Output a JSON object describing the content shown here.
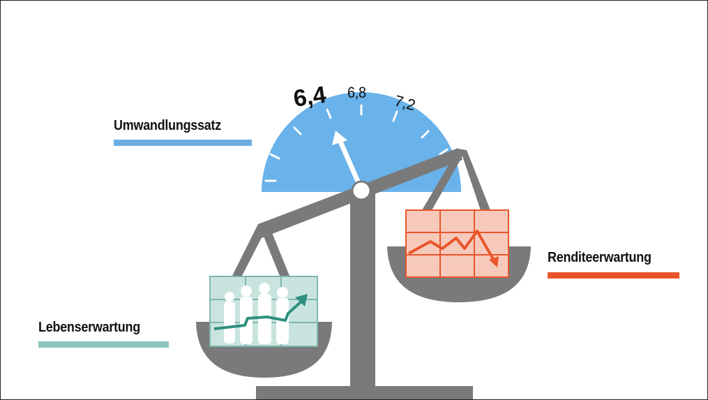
{
  "gauge": {
    "value_label": "6,4",
    "tick_label_1": "6,8",
    "tick_label_2": "7,2",
    "color": "#6ab2ea"
  },
  "labels": {
    "umwandlungssatz": {
      "text": "Umwandlungssatz",
      "color": "#6aaee4"
    },
    "lebenserwartung": {
      "text": "Lebenserwartung",
      "color": "#8cc3bd"
    },
    "renditeerwartung": {
      "text": "Renditeerwartung",
      "color": "#e8552a"
    }
  },
  "colors": {
    "scale_gray": "#7a7a7a",
    "life_panel": "#c9e4df",
    "life_line": "#2f8f7e",
    "return_panel": "#f6c9bb",
    "return_line": "#e8552a"
  }
}
